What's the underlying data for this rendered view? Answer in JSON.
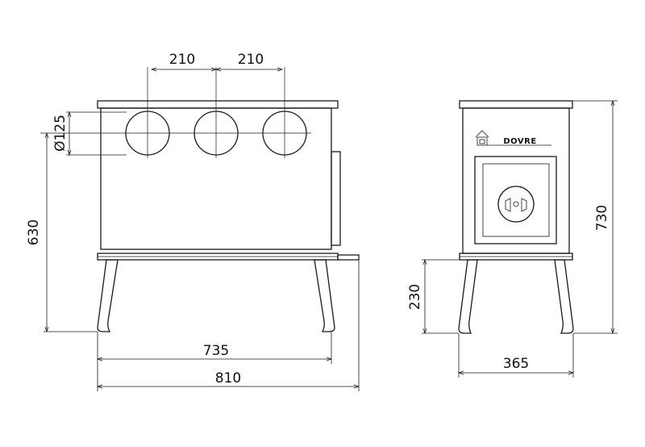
{
  "front_view": {
    "flue_spacing_left": "210",
    "flue_spacing_right": "210",
    "flue_diameter": "Ø125",
    "height_to_flue": "630",
    "leg_span": "735",
    "overall_width": "810"
  },
  "side_view": {
    "overall_height": "730",
    "leg_height": "230",
    "depth": "365",
    "logo_text": "DOVRE"
  },
  "colors": {
    "line": "#1a1a1a",
    "background": "#ffffff"
  }
}
